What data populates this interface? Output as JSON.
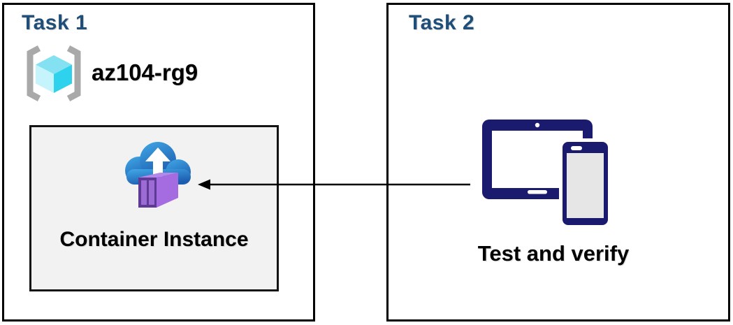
{
  "task1": {
    "title": "Task 1",
    "resource_group_name": "az104-rg9",
    "container_label": "Container Instance"
  },
  "task2": {
    "title": "Task 2",
    "device_label": "Test and verify"
  },
  "arrow": {
    "from": "task2-devices",
    "to": "task1-container-instance",
    "direction": "right-to-left"
  },
  "icons": {
    "resource_group": "resource-group-icon",
    "container_instance": "container-instance-icon",
    "devices": "tablet-and-phone-icon"
  },
  "colors": {
    "task_title": "#1f4e79",
    "box_border": "#000000",
    "inner_box_bg": "#f2f2f2",
    "device_navy": "#1a1b6e",
    "cloud_blue_top": "#41a9e6",
    "cloud_blue_bottom": "#1d5cb0",
    "container_purple_front": "#5e3a96",
    "container_purple_panel": "#9c6cd4",
    "container_purple_side": "#a56ce2",
    "container_purple_top": "#b388e8",
    "cube_top": "#84e1f2",
    "cube_left": "#c6f4fd",
    "cube_right": "#2fd2ec",
    "bracket_gray": "#a9a9a9",
    "phone_screen": "#e6e6e6"
  }
}
